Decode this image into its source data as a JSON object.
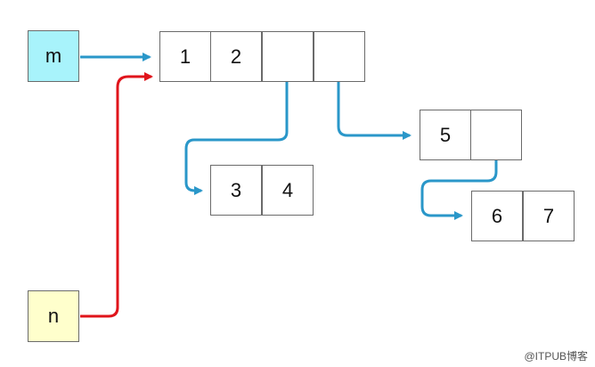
{
  "variables": {
    "m": "m",
    "n": "n"
  },
  "lists": {
    "outer": [
      "1",
      "2",
      "",
      ""
    ],
    "inner_a": [
      "3",
      "4"
    ],
    "inner_b": [
      "5",
      ""
    ],
    "inner_c": [
      "6",
      "7"
    ]
  },
  "colors": {
    "ref_m": "#2a97c9",
    "ref_n": "#e0141b",
    "nested_ref": "#2a97c9",
    "m_fill": "#a8f3fb",
    "n_fill": "#ffffcc",
    "border": "#6b6b6b"
  },
  "watermark": "@ITPUB博客"
}
